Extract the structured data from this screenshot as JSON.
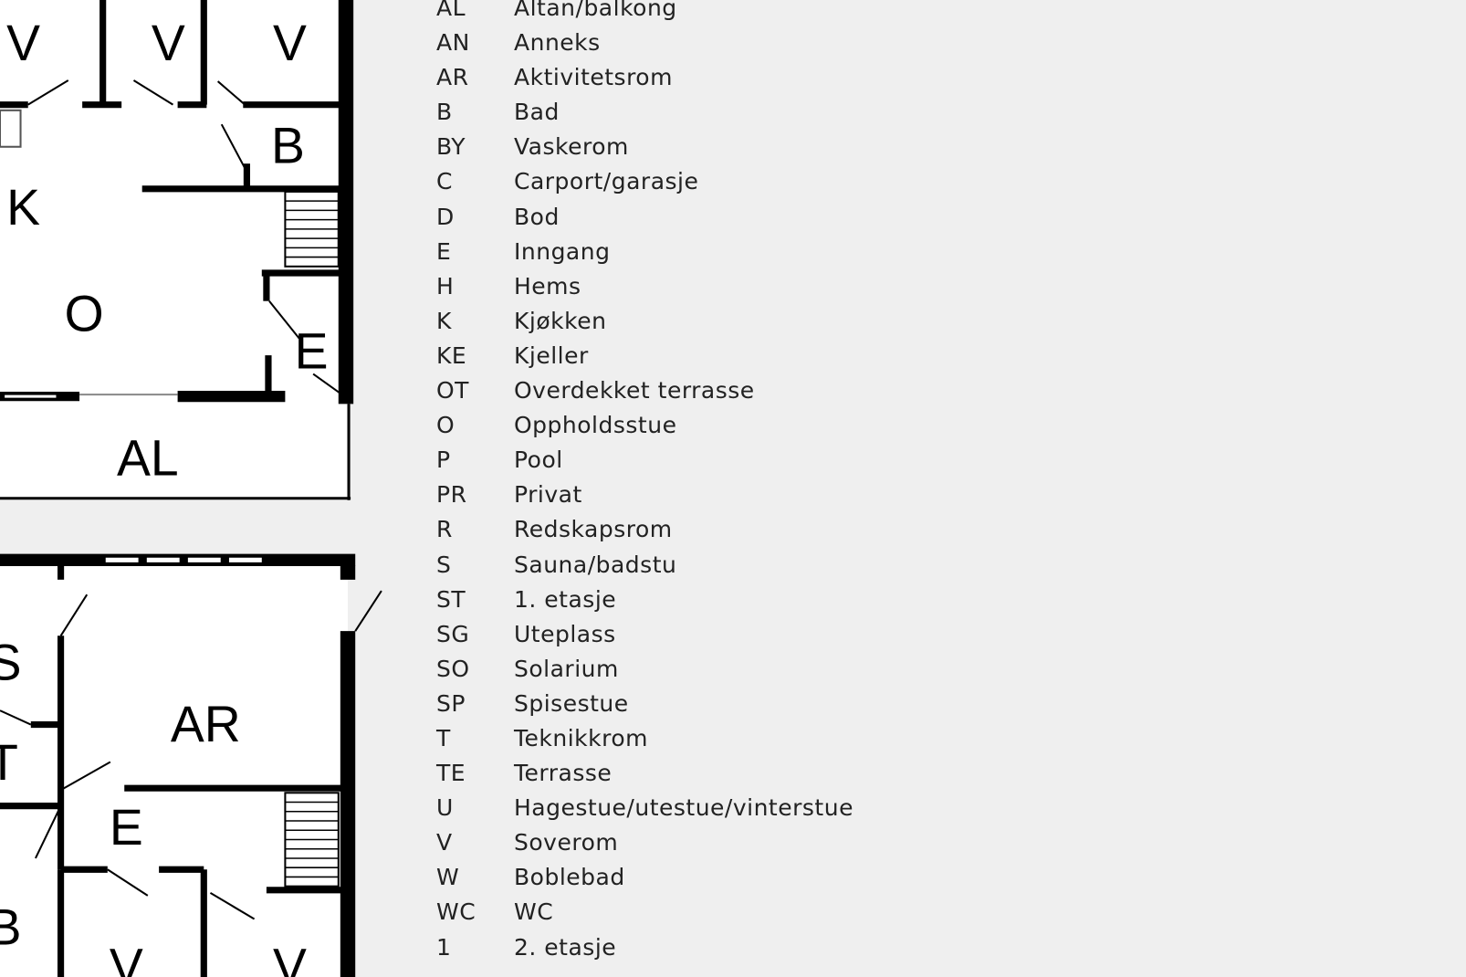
{
  "floor_plans": {
    "upper": {
      "rooms": [
        "V",
        "V",
        "V",
        "B",
        "K",
        "O",
        "E",
        "AL"
      ]
    },
    "lower": {
      "rooms": [
        "S",
        "T",
        "AR",
        "E",
        "B",
        "V",
        "V"
      ]
    }
  },
  "legend": [
    {
      "code": "AL",
      "label": "Altan/balkong"
    },
    {
      "code": "AN",
      "label": "Anneks"
    },
    {
      "code": "AR",
      "label": "Aktivitetsrom"
    },
    {
      "code": "B",
      "label": "Bad"
    },
    {
      "code": "BY",
      "label": "Vaskerom"
    },
    {
      "code": "C",
      "label": "Carport/garasje"
    },
    {
      "code": "D",
      "label": "Bod"
    },
    {
      "code": "E",
      "label": "Inngang"
    },
    {
      "code": "H",
      "label": "Hems"
    },
    {
      "code": "K",
      "label": "Kjøkken"
    },
    {
      "code": "KE",
      "label": "Kjeller"
    },
    {
      "code": "OT",
      "label": "Overdekket terrasse"
    },
    {
      "code": "O",
      "label": "Oppholdsstue"
    },
    {
      "code": "P",
      "label": "Pool"
    },
    {
      "code": "PR",
      "label": "Privat"
    },
    {
      "code": "R",
      "label": "Redskapsrom"
    },
    {
      "code": "S",
      "label": "Sauna/badstu"
    },
    {
      "code": "ST",
      "label": "1. etasje"
    },
    {
      "code": "SG",
      "label": "Uteplass"
    },
    {
      "code": "SO",
      "label": "Solarium"
    },
    {
      "code": "SP",
      "label": "Spisestue"
    },
    {
      "code": "T",
      "label": "Teknikkrom"
    },
    {
      "code": "TE",
      "label": "Terrasse"
    },
    {
      "code": "U",
      "label": "Hagestue/utestue/vinterstue"
    },
    {
      "code": "V",
      "label": "Soverom"
    },
    {
      "code": "W",
      "label": "Boblebad"
    },
    {
      "code": "WC",
      "label": "WC"
    },
    {
      "code": "1",
      "label": "2. etasje"
    }
  ]
}
